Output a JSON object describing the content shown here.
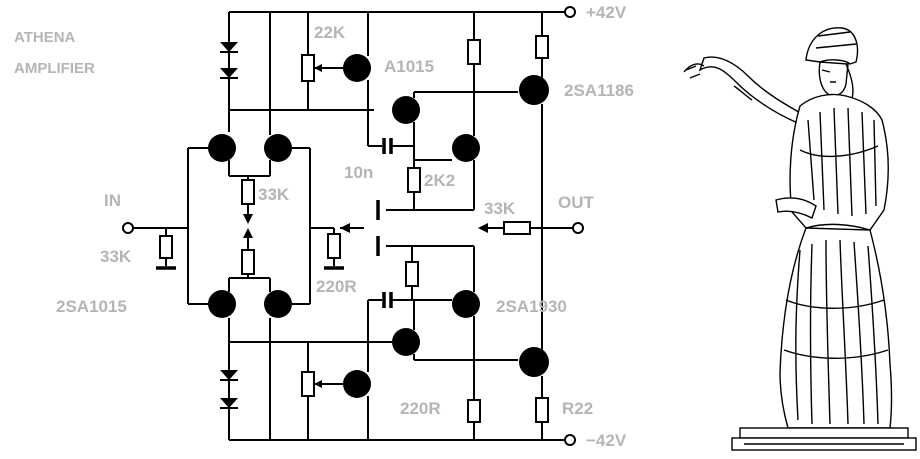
{
  "title": {
    "line1": "ATHENA",
    "line2": "AMPLIFIER"
  },
  "labels": {
    "supply_pos": "+42V",
    "supply_neg": "−42V",
    "input": "IN",
    "output": "OUT",
    "r_22k": "22K",
    "q_a1015": "A1015",
    "q_2sa1186": "2SA1186",
    "c_10n": "10n",
    "r_2k2": "2K2",
    "r_33k_tail": "33K",
    "r_33k_in": "33K",
    "r_33k_fb": "33K",
    "r_220r_mid": "220R",
    "q_2sa1015": "2SA1015",
    "q_2sa1930": "2SA1930",
    "r_220r_bot": "220R",
    "r_r22": "R22"
  },
  "figure": {
    "name": "athena-statue"
  }
}
